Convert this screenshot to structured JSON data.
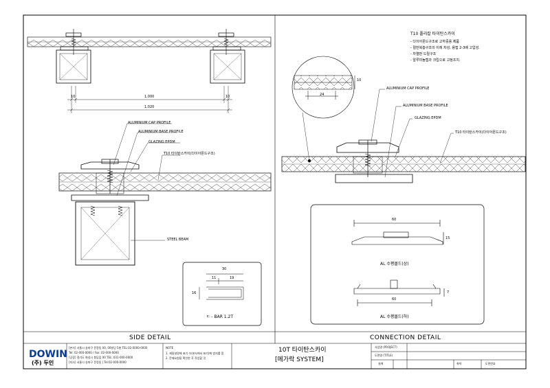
{
  "side_detail": {
    "title": "SIDE DETAIL",
    "dims": {
      "d1": "10",
      "d2": "1,000",
      "d3": "10",
      "d4": "1,020"
    },
    "callouts": {
      "cap": "ALUMINIUM CAP PROFILE",
      "base": "ALUMINIUM BASE PROFILE",
      "glazing": "GLAZING EPDM",
      "panel": "T10 타이탄스카이(다이아몬드구조)",
      "beam": "STEEL BEAM"
    },
    "inset": {
      "w30": "30",
      "w11": "11",
      "w19": "19",
      "h16": "16",
      "bar": "ㄷ - BAR 1.2T"
    }
  },
  "connection_detail": {
    "title": "CONNECTION DETAIL",
    "notes_title": "T10 폴리칼 타이탄스카이",
    "notes": [
      "- 다이아몬드구조로 고하중용 제품",
      "- 절반복층구조의 이례 차성, 용접 2-3배 고압성.",
      "- 차열판 드릴구조",
      "- 알루미늄캡과 크립으로 고정조치."
    ],
    "circle_dims": {
      "h": "10",
      "w": "24"
    },
    "callouts": {
      "cap": "ALUMINIUM CAP PROFILE",
      "base": "ALUMINIUM BASE PROFILE",
      "glazing": "GLAZING EPDM",
      "panel": "T10 타이탄스카이(다이아몬드구조)"
    },
    "profile_upper": {
      "w": "60",
      "h": "15",
      "label": "AL 수평몰드(상)"
    },
    "profile_lower": {
      "w": "60",
      "h": "7",
      "label": "AL 수평몰드(하)"
    }
  },
  "title_block": {
    "logo": "DOWIN",
    "logo_sub": "(주) 두인",
    "company_lines": [
      "[본사] 서울시 송파구 문정동 00, 00빌딩 5층 TEL:02-0000-0000",
      "Tel: 02-000-0000 / Fax: 02-000-0000",
      "[공장] 경기도 화성시 봉담읍 00 TEL: 031-000-0000",
      "[지사] 서울시 송파구 문정동 | Tel:02-000-0000"
    ],
    "note_title": "NOTE",
    "note_lines": [
      "1. 재질설명에 표기 수(본사에서 표기)에 방지를 함",
      "2. 문제요청을 확인한 후 작업할 것"
    ],
    "product": "10T 타이탄스카이",
    "system": "[메가락 SYSTEM]",
    "fields": {
      "project": "사업명 (PROJECT)",
      "title": "도면명 (TITLE)",
      "design": "설계",
      "scale": "축척",
      "dwg": "도면번호"
    }
  }
}
